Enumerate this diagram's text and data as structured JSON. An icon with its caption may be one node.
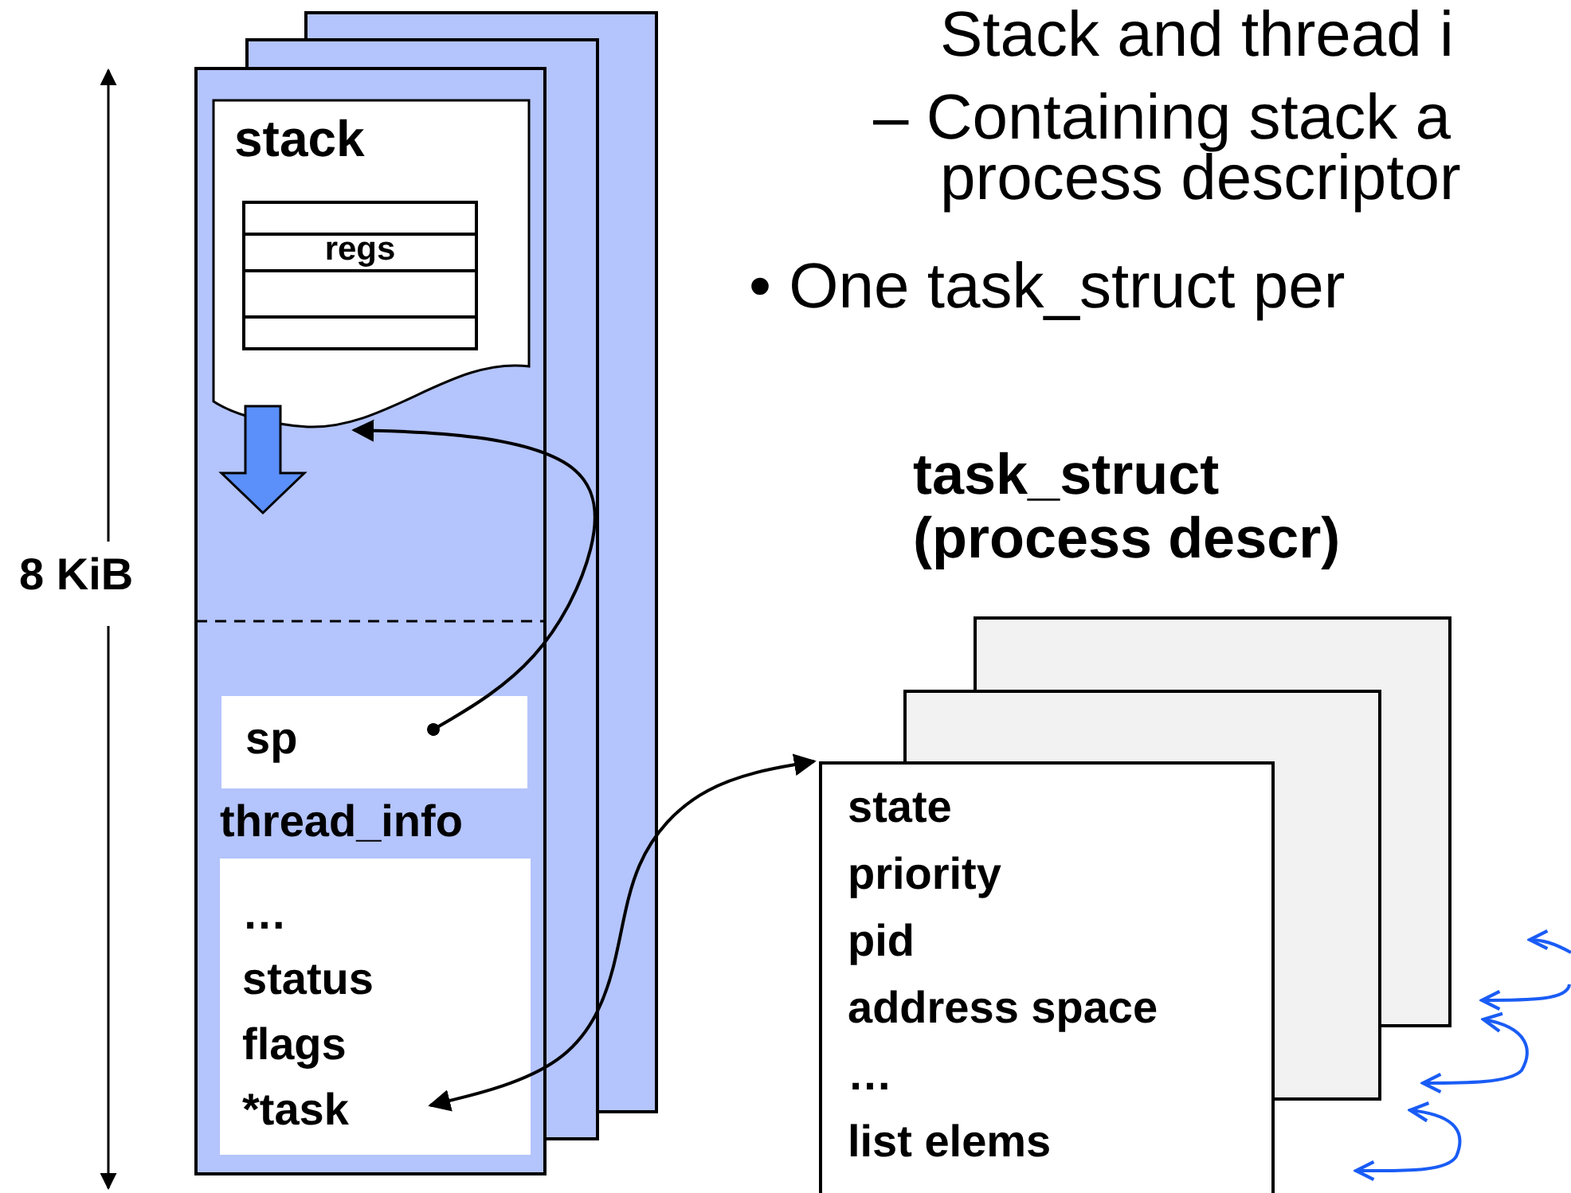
{
  "diagram": {
    "nodes": [
      {
        "text": [],
        "shape": "box"
      },
      {
        "text": [
          "stack"
        ],
        "in": 0
      },
      {
        "text": [
          "regs"
        ],
        "in": 1
      },
      {
        "text": [
          "sp"
        ],
        "in": 0
      },
      {
        "text": [
          "…",
          "status",
          "flags",
          "*task"
        ],
        "in": 0
      },
      {
        "text": [
          "state",
          "priority",
          "pid",
          "address space",
          "…",
          "list elems"
        ]
      }
    ],
    "edges": [
      {
        "from": 3,
        "to": 1,
        "arrow": "to"
      },
      {
        "from": 5,
        "to": 4,
        "arrow": "both"
      }
    ],
    "labels": [
      "Stack and thread i",
      "– Containing stack a process descriptor",
      "• One task_struct per",
      "8 KiB",
      "thread_info",
      "task_struct (process descr)"
    ]
  }
}
